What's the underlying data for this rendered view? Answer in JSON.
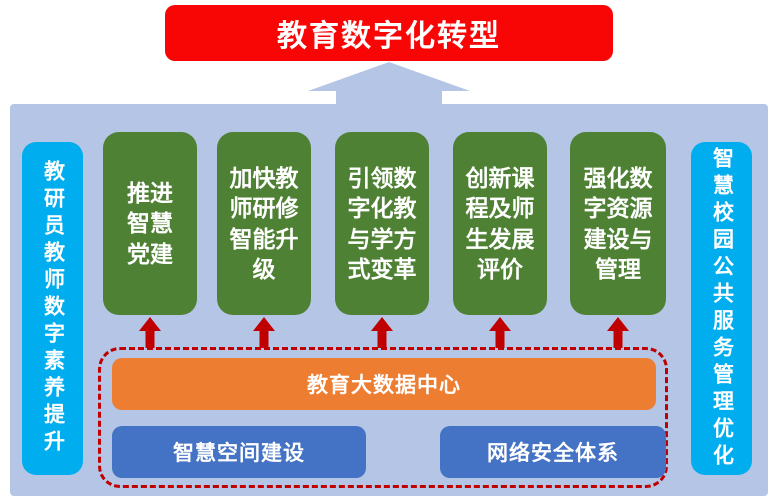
{
  "banner": {
    "label": "教育数字化转型"
  },
  "side_bars": {
    "left": {
      "label": "教研员教师数字素养提升"
    },
    "right": {
      "label": "智慧校园公共服务管理优化"
    }
  },
  "pillars": [
    {
      "label": "推进\n智慧\n党建"
    },
    {
      "label": "加快教\n师研修\n智能升\n级"
    },
    {
      "label": "引领数\n字化教\n与学方\n式变革"
    },
    {
      "label": "创新课\n程及师\n生发展\n评价"
    },
    {
      "label": "强化数\n字资源\n建设与\n管理"
    }
  ],
  "foundation": {
    "data_center": {
      "label": "教育大数据中心"
    },
    "items": [
      {
        "label": "智慧空间建设"
      },
      {
        "label": "网络安全体系"
      }
    ]
  },
  "colors": {
    "banner_red": "#F80505",
    "panel_blue": "#B5C5E5",
    "pillar_green": "#4E8133",
    "side_cyan": "#00AEEF",
    "center_orange": "#ED7D31",
    "bottom_blue": "#4472C4",
    "arrow_red": "#C00000"
  }
}
